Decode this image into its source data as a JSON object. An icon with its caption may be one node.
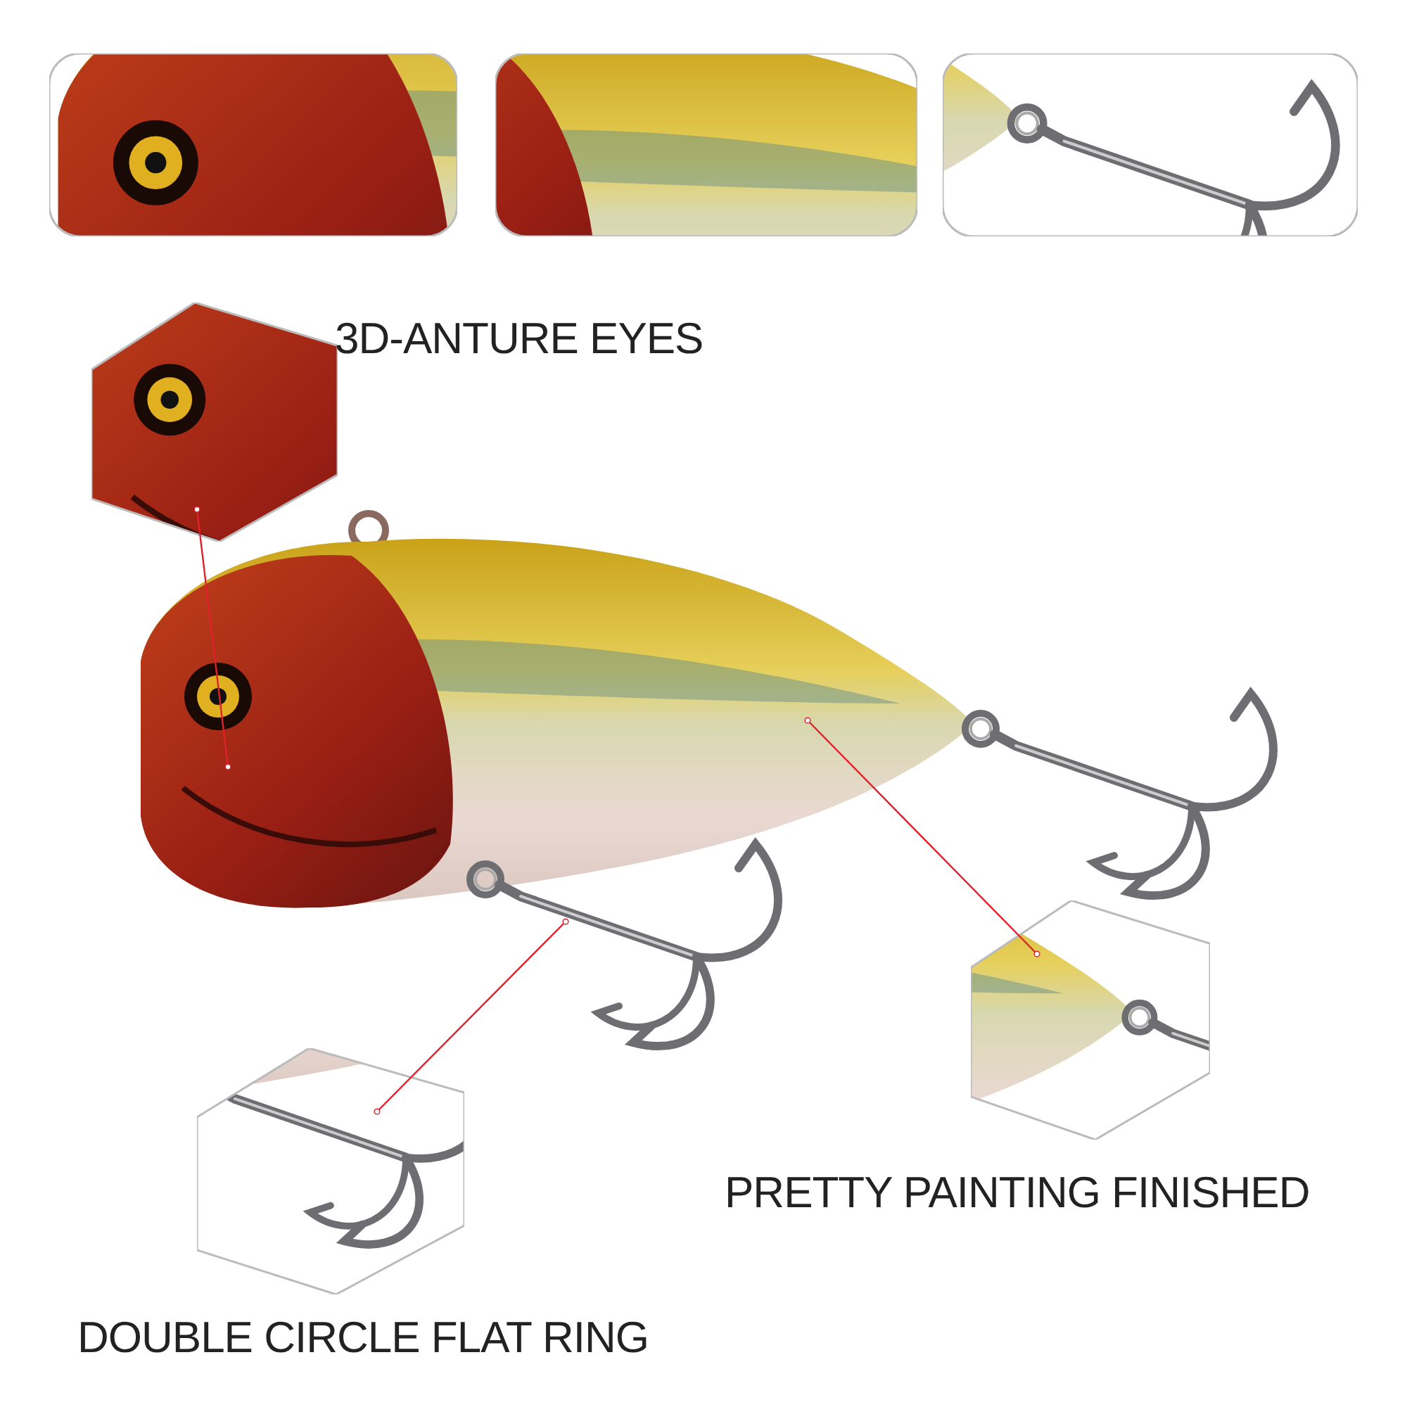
{
  "diagram": {
    "nodes": [
      {
        "text": [],
        "shape": "picture"
      },
      {
        "text": [],
        "shape": "picture"
      },
      {
        "text": [],
        "shape": "picture"
      },
      {
        "text": [
          "3D-ANTURE EYES"
        ]
      },
      {
        "text": [],
        "shape": "picture"
      },
      {
        "text": [
          "PRETTY PAINTING FINISHED"
        ]
      },
      {
        "text": [
          "DOUBLE CIRCLE FLAT RING"
        ]
      }
    ],
    "edges": [
      {
        "from": 3,
        "to": 4,
        "arrow": "other"
      },
      {
        "from": 5,
        "to": 4,
        "arrow": "other"
      },
      {
        "from": 6,
        "to": 4,
        "arrow": "other"
      }
    ]
  }
}
